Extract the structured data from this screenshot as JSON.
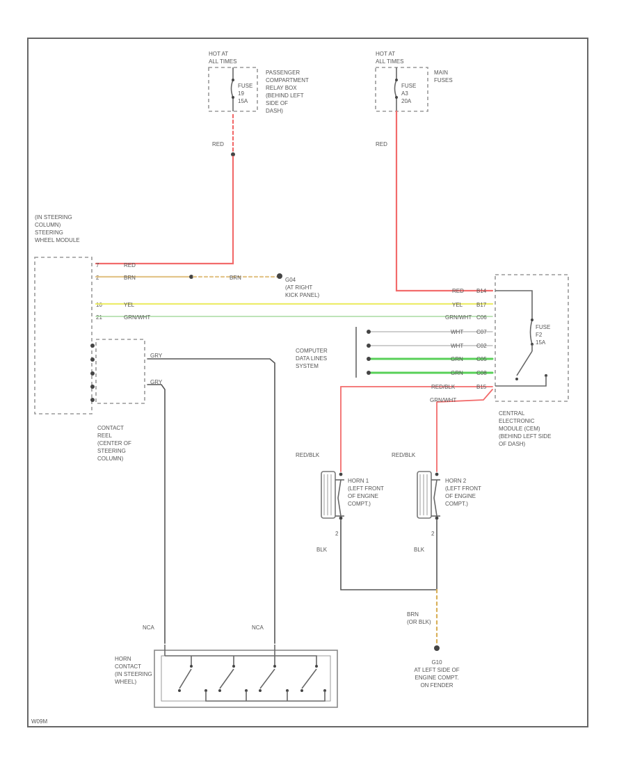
{
  "diagram": {
    "colors": {
      "red": "#f26b6b",
      "tan": "#e3c48a",
      "yellow": "#ecec6a",
      "green_white": "#a8dca0",
      "green": "#58d058",
      "white_wire": "#bdbdbd",
      "gray_wire": "#555555",
      "red_blue": "#f26b6b",
      "black": "#555555",
      "brown_dashed": "#d9b05a"
    },
    "labels": {
      "hot_at_accessory": "HOT AT\nALL TIMES",
      "relay_fuse": "FUSE\n19\n15A",
      "relay_box": "PASSENGER\nCOMPARTMENT\nRELAY BOX\n(BEHIND LEFT\nSIDE OF\nDASH)",
      "wire_red_1": "RED",
      "hot_at_battery": "HOT AT\nALL TIMES",
      "main_fuse": "FUSE\nA3\n20A",
      "main_fuses": "MAIN\nFUSES",
      "wire_red_2": "RED",
      "steering_module": "(IN STEERING\nCOLUMN)\nSTEERING\nWHEEL MODULE",
      "pin_7": "7",
      "pin_2": "2",
      "pin_10": "10",
      "pin_21": "21",
      "wire_red_sw": "RED",
      "wire_brn_1": "BRN",
      "wire_brn_2": "BRN",
      "ground_note": "G04\n(AT RIGHT\nKICK PANEL)",
      "wire_yel": "YEL",
      "wire_grn_wht": "GRN/WHT",
      "cem_red": "RED",
      "cem_b14": "B14",
      "cem_yel": "YEL",
      "cem_b17": "B17",
      "cem_grn_wht": "GRN/WHT",
      "cem_c06": "C06",
      "cem_wht_1": "WHT",
      "cem_c07": "C07",
      "cem_wht_2": "WHT",
      "cem_c02": "C02",
      "cem_grn_1": "GRN",
      "cem_c05": "C05",
      "cem_grn_2": "GRN",
      "cem_c08": "C08",
      "cem_red_blk": "RED/BLK",
      "cem_b15": "B15",
      "cem_grn_wht_2": "GRN/WHT",
      "computer_data": "COMPUTER\nDATA LINES\nSYSTEM",
      "cem_fuse": "FUSE\nF2\n15A",
      "cem_label": "CENTRAL\nELECTRONIC\nMODULE (CEM)\n(BEHIND LEFT SIDE\nOF DASH)",
      "contact_reel_wire_1": "GRY",
      "contact_reel_wire_2": "GRY",
      "contact_reel": "CONTACT\nREEL\n(CENTER OF\nSTEERING\nCOLUMN)",
      "wire_red_blk_1": "RED/BLK",
      "wire_red_blk_2": "RED/BLK",
      "horn_1": "HORN 1\n(LEFT FRONT\nOF ENGINE\nCOMPT.)",
      "horn_2": "HORN 2\n(LEFT FRONT\nOF ENGINE\nCOMPT.)",
      "horn1_pin": "2",
      "horn2_pin": "2",
      "wire_blk_1": "BLK",
      "wire_blk_2": "BLK",
      "wire_brn_or_blk": "BRN\n(OR BLK)",
      "ground_g10": "G10\nAT LEFT SIDE OF\nENGINE COMPT.\nON FENDER",
      "wire_nca_1": "NCA",
      "wire_nca_2": "NCA",
      "horn_contact": "HORN\nCONTACT\n(IN STEERING\nWHEEL)",
      "ref_code": "W09M"
    }
  }
}
